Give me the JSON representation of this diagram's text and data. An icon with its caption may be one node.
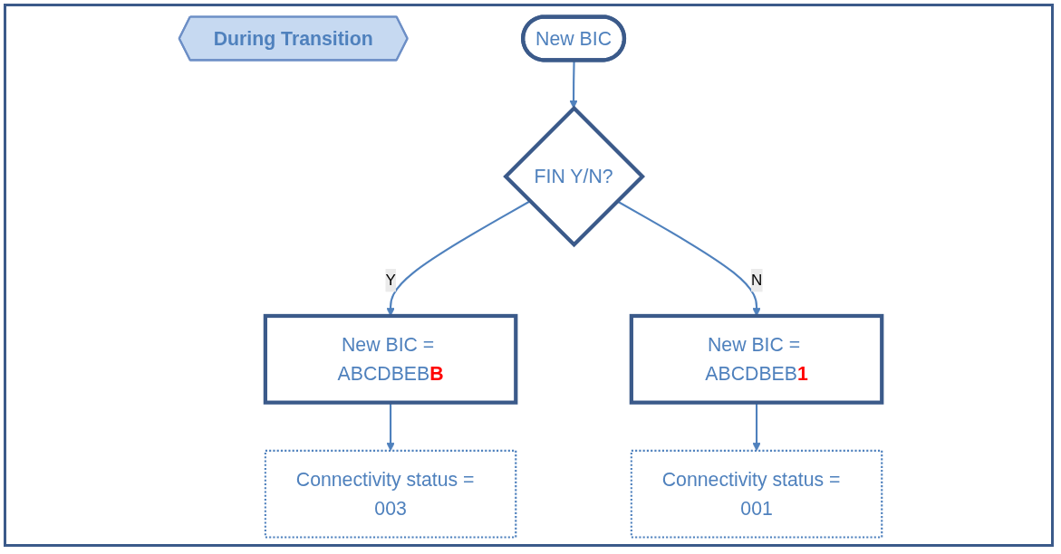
{
  "diagram": {
    "nodes": [
      {
        "text": [
          "During Transition"
        ]
      },
      {
        "text": [
          "New BIC"
        ]
      },
      {
        "text": [
          "FIN Y/N?"
        ]
      },
      {
        "text": [
          "New BIC = ABCDBEB**B**"
        ]
      },
      {
        "text": [
          "New BIC = ABCDBEB**1**"
        ]
      },
      {
        "text": [
          "Connectivity status =  003"
        ]
      },
      {
        "text": [
          "Connectivity status =  001"
        ]
      }
    ],
    "edges": [
      {
        "from": 1,
        "to": 2,
        "arrow": "to"
      },
      {
        "from": 2,
        "to": 3,
        "arrow": "to",
        "label": "Y"
      },
      {
        "from": 2,
        "to": 4,
        "arrow": "to",
        "label": "N"
      },
      {
        "from": 3,
        "to": 5,
        "arrow": "to"
      },
      {
        "from": 4,
        "to": 6,
        "arrow": "to"
      }
    ]
  }
}
